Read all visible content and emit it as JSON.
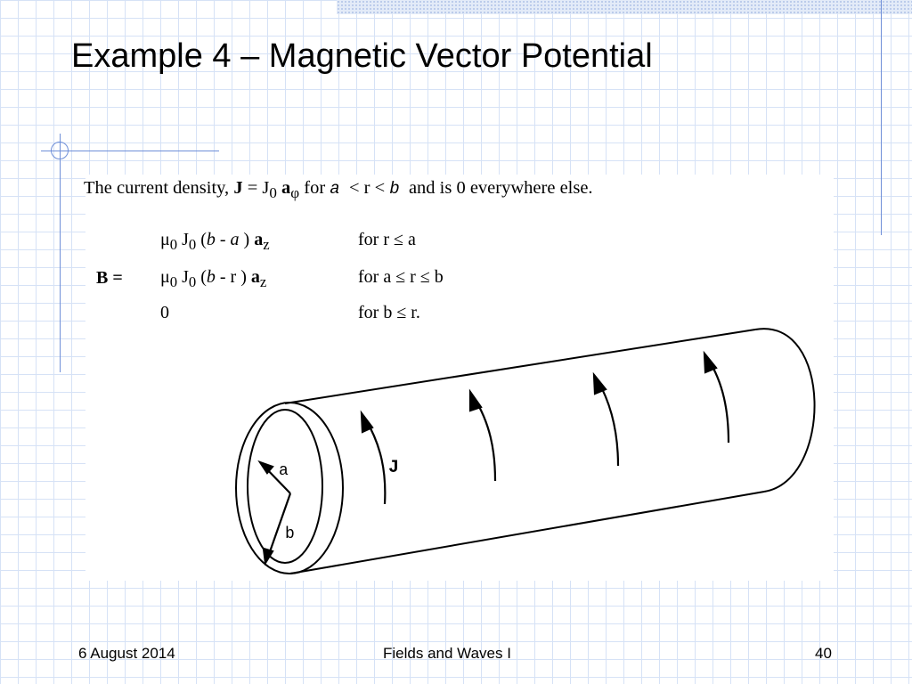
{
  "slide": {
    "title": "Example 4 – Magnetic Vector Potential",
    "footer": {
      "date": "6 August 2014",
      "course": "Fields and Waves I",
      "page_number": "40"
    }
  },
  "statement": {
    "prefix": "The current density,",
    "J": "J",
    "equals": "=",
    "J0": "J",
    "J0_sub": "0",
    "a_phi": "a",
    "a_phi_sub": "φ",
    "for": "for",
    "a": "a",
    "lt1": "<",
    "r": "r",
    "lt2": "<",
    "b": "b",
    "suffix": "and is 0 everywhere else."
  },
  "field": {
    "label": "B =",
    "rows": [
      {
        "mu": "μ",
        "mu_sub": "0",
        "J": "J",
        "J_sub": "0",
        "open": "(",
        "var1": "b",
        "minus": "-",
        "var2": "a",
        "close": ")",
        "unit": "a",
        "unit_sub": "z",
        "condition": "for r ≤ a"
      },
      {
        "mu": "μ",
        "mu_sub": "0",
        "J": "J",
        "J_sub": "0",
        "open": "(",
        "var1": "b",
        "minus": "-",
        "var2": "r",
        "close": ")",
        "unit": "a",
        "unit_sub": "z",
        "condition": "for a ≤ r ≤ b"
      },
      {
        "value": "0",
        "condition": "for b ≤ r."
      }
    ]
  },
  "figure": {
    "label_a": "a",
    "label_b": "b",
    "label_J": "J",
    "stroke_color": "#000000"
  },
  "theme": {
    "accent": "#6f8fd8",
    "grid": "#d6e2f6"
  }
}
